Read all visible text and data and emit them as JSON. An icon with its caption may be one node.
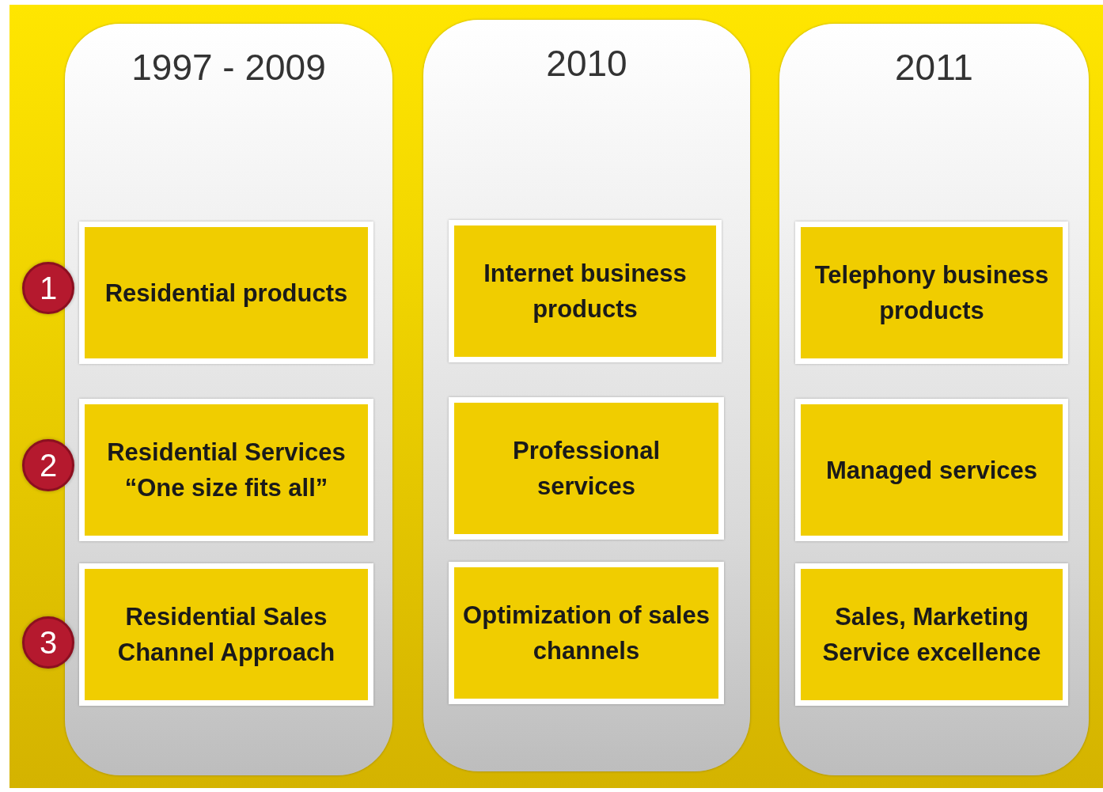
{
  "diagram": {
    "nodes": [
      {
        "text": [
          "1997 - 2009"
        ]
      },
      {
        "text": [
          "Residential products"
        ],
        "in": 0
      },
      {
        "text": [
          "Residential Services “One size fits all”"
        ],
        "in": 0
      },
      {
        "text": [
          "Residential Sales Channel Approach"
        ],
        "in": 0
      },
      {
        "text": [
          "2010"
        ]
      },
      {
        "text": [
          "Internet business products"
        ],
        "in": 4
      },
      {
        "text": [
          "Professional services"
        ],
        "in": 4
      },
      {
        "text": [
          "Optimization of sales channels"
        ],
        "in": 4
      },
      {
        "text": [
          "2011"
        ]
      },
      {
        "text": [
          "Telephony business products"
        ],
        "in": 8
      },
      {
        "text": [
          "Managed services"
        ],
        "in": 8
      },
      {
        "text": [
          "Sales, Marketing Service excellence"
        ],
        "in": 8
      },
      {
        "text": [
          "1"
        ]
      },
      {
        "text": [
          "2"
        ]
      },
      {
        "text": [
          "3"
        ]
      }
    ]
  }
}
